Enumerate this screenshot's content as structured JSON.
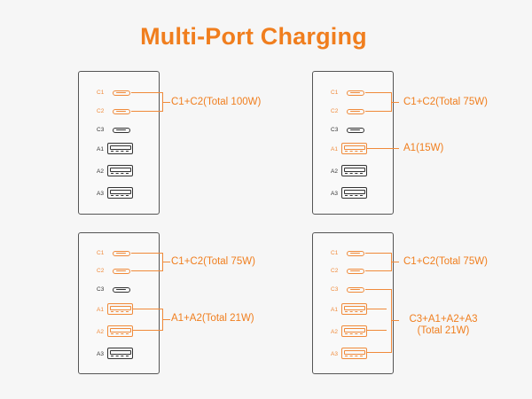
{
  "title": "Multi-Port Charging",
  "colors": {
    "accent": "#f07e1e",
    "port_active": "#f08a3a",
    "port_idle": "#333333",
    "background": "#f6f6f6"
  },
  "panels": [
    {
      "ports": {
        "c1": "C1",
        "c2": "C2",
        "c3": "C3",
        "a1": "A1",
        "a2": "A2",
        "a3": "A3"
      },
      "active": [
        "C1",
        "C2"
      ],
      "annotations": [
        "C1+C2(Total 100W)"
      ]
    },
    {
      "ports": {
        "c1": "C1",
        "c2": "C2",
        "c3": "C3",
        "a1": "A1",
        "a2": "A2",
        "a3": "A3"
      },
      "active": [
        "C1",
        "C2",
        "A1"
      ],
      "annotations": [
        "C1+C2(Total 75W)",
        "A1(15W)"
      ]
    },
    {
      "ports": {
        "c1": "C1",
        "c2": "C2",
        "c3": "C3",
        "a1": "A1",
        "a2": "A2",
        "a3": "A3"
      },
      "active": [
        "C1",
        "C2",
        "A1",
        "A2"
      ],
      "annotations": [
        "C1+C2(Total 75W)",
        "A1+A2(Total 21W)"
      ]
    },
    {
      "ports": {
        "c1": "C1",
        "c2": "C2",
        "c3": "C3",
        "a1": "A1",
        "a2": "A2",
        "a3": "A3"
      },
      "active": [
        "C1",
        "C2",
        "C3",
        "A1",
        "A2",
        "A3"
      ],
      "annotations": [
        "C1+C2(Total 75W)",
        "C3+A1+A2+A3",
        "(Total 21W)"
      ]
    }
  ]
}
